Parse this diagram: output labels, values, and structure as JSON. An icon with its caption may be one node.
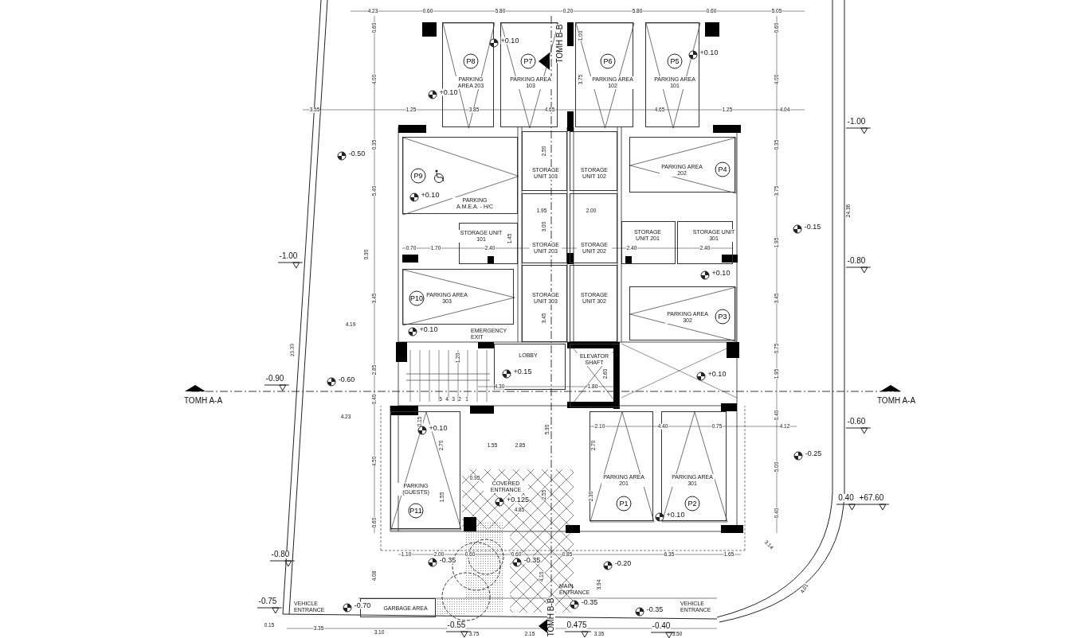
{
  "diagram": {
    "nodes": [
      {
        "text": [
          "P8",
          "PARKING AREA 203"
        ]
      },
      {
        "text": [
          "P7",
          "PARKING AREA 103"
        ]
      },
      {
        "text": [
          "P6",
          "PARKING AREA 102"
        ]
      },
      {
        "text": [
          "P5",
          "PARKING AREA 101"
        ]
      },
      {
        "text": [
          "P9",
          "PARKING A.M.E.A. - H/C"
        ]
      },
      {
        "text": [
          "STORAGE UNIT 103"
        ]
      },
      {
        "text": [
          "STORAGE UNIT 102"
        ]
      },
      {
        "text": [
          "PARKING AREA 202",
          "P4"
        ]
      },
      {
        "text": [
          "STORAGE UNIT 101"
        ]
      },
      {
        "text": [
          "STORAGE UNIT 203"
        ]
      },
      {
        "text": [
          "STORAGE UNIT 202"
        ]
      },
      {
        "text": [
          "STORAGE UNIT 201"
        ]
      },
      {
        "text": [
          "STORAGE UNIT 301"
        ]
      },
      {
        "text": [
          "P10",
          "PARKING AREA 303"
        ]
      },
      {
        "text": [
          "STORAGE UNIT 303"
        ]
      },
      {
        "text": [
          "STORAGE UNIT 302"
        ]
      },
      {
        "text": [
          "PARKING AREA 302",
          "P3"
        ]
      },
      {
        "text": [
          "LOBBY"
        ]
      },
      {
        "text": [
          "ELEVATOR SHAFT"
        ]
      },
      {
        "text": [
          "PARKING (GUESTS)",
          "P11"
        ]
      },
      {
        "text": [
          "PARKING AREA 201",
          "P1"
        ]
      },
      {
        "text": [
          "PARKING AREA 301",
          "P2"
        ]
      },
      {
        "text": [
          "COVERED ENTRANCE"
        ]
      },
      {
        "text": [
          "GARBAGE AREA"
        ]
      }
    ],
    "labels": [
      "TOMH B-B",
      "4.23",
      "0.60",
      "5.80",
      "0.20",
      "5.80",
      "0.60",
      "5.05",
      "0.60",
      "0.60",
      "+0.10",
      "1.00",
      "+0.10",
      "4.00",
      "3.75",
      "4.00",
      "+0.10",
      "3.55",
      "1.25",
      "3.85",
      "4.65",
      "4.65",
      "1.25",
      "4.04",
      "-1.00",
      "0.35",
      "0.35",
      "-0.50",
      "2.50",
      "5.40",
      "3.75",
      "+0.10",
      "24.36",
      "1.95",
      "2.00",
      "-0.15",
      "1.45",
      "3.00",
      "1.95",
      "0.30",
      "0.70",
      "1.70",
      "2.40",
      "2.40",
      "2.40",
      "-1.00",
      "23.33",
      "-0.80",
      "+0.10",
      "3.45",
      "3.45",
      "4.19",
      "+0.10",
      "3.45",
      "0.75",
      "-0.90",
      "-0.60",
      "2.85",
      "1.20",
      "+0.15",
      "2.60",
      "+0.10",
      "1.95",
      "4.30",
      "1.80",
      "5",
      "4",
      "3",
      "2",
      "1",
      "TOMH A-A",
      "TOMH A-A",
      "0.40",
      "4.23",
      "0.40",
      "0.15",
      "+0.10",
      "5.30",
      "2.10",
      "4.40",
      "0.75",
      "4.12",
      "-0.60",
      "2.70",
      "2.70",
      "1.55",
      "2.85",
      "-0.25",
      "4.50",
      "5.00",
      "0.95",
      "1.55",
      "+0.125",
      "2.55",
      "2.30",
      "4.85",
      "0.40",
      "+67.60",
      "+0.10",
      "0.60",
      "0.40",
      "-0.80",
      "1.10",
      "2.00",
      "0.60",
      "0.60",
      "0.85",
      "6.35",
      "1.65",
      "3.14",
      "-0.35",
      "-0.35",
      "-0.20",
      "4.08",
      "4.10",
      "3.94",
      "4.01",
      "-0.75",
      "VEHICLE ENTRANCE",
      "-0.70",
      "MAIN ENTRANCE",
      "-0.35",
      "VEHICLE ENTRANCE",
      "-0.35",
      "-0.55",
      "0.15",
      "3.35",
      "3.10",
      "3.75",
      "2.15",
      "TOMH B-B",
      "0.475",
      "-0.40",
      "3.35",
      "3.50",
      "EMERGENCY EXIT"
    ]
  }
}
